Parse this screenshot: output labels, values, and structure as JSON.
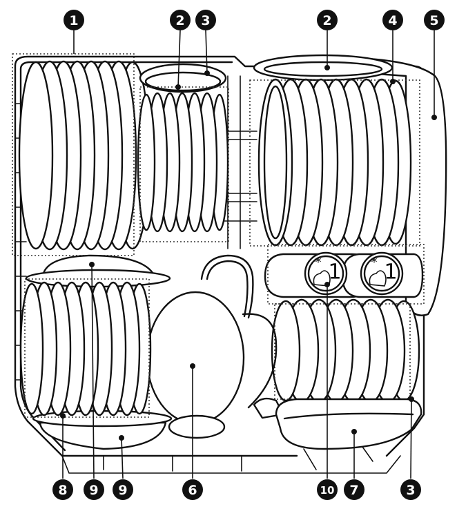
{
  "callouts": {
    "top": [
      "1",
      "2",
      "3",
      "2",
      "4",
      "5"
    ],
    "bottom": [
      "8",
      "9",
      "9",
      "6",
      "10",
      "7",
      "3"
    ]
  },
  "bowl_marks": [
    {
      "star": "*",
      "number": "1"
    },
    {
      "star": "*",
      "number": "1"
    }
  ]
}
